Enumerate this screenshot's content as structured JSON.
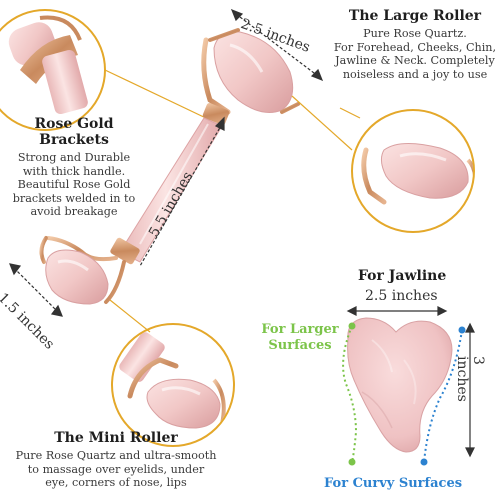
{
  "dimensions": {
    "large_roller_width": "2.5 inches",
    "length": "5.5 inches",
    "mini_roller_width": "1.5 inches",
    "gua_sha_width": "2.5 inches",
    "gua_sha_height": "3 inches"
  },
  "large_roller": {
    "title": "The Large Roller",
    "lines": [
      "Pure Rose Quartz.",
      "For Forehead, Cheeks, Chin,",
      "Jawline & Neck. Completely",
      "noiseless and a joy to use"
    ]
  },
  "brackets": {
    "title": "Rose Gold Brackets",
    "lines": [
      "Strong and Durable",
      "with thick handle.",
      "Beautiful Rose Gold",
      "brackets welded in to",
      "avoid breakage"
    ]
  },
  "mini_roller": {
    "title": "The Mini Roller",
    "lines": [
      "Pure Rose Quartz and ultra-smooth",
      "to massage over eyelids, under",
      "eye, corners of nose, lips"
    ]
  },
  "gua_sha": {
    "title": "For Jawline",
    "larger_surfaces": [
      "For Larger",
      "Surfaces"
    ],
    "curvy_surfaces": "For Curvy Surfaces"
  },
  "colors": {
    "quartz": "#f1c7c6",
    "quartz_dark": "#dfa5a6",
    "rose_gold": "#d69b73",
    "callout_line": "#e4a82a",
    "green": "#7cc44a",
    "blue": "#2c82d0"
  }
}
